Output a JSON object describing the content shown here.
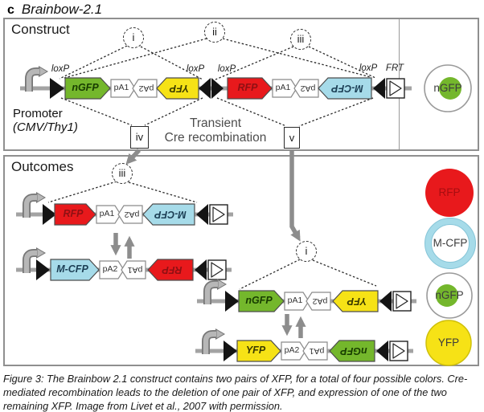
{
  "title": {
    "prefix": "c",
    "name": "Brainbow-2.1"
  },
  "construct_panel": {
    "label": "Construct",
    "promoter": {
      "line1": "Promoter",
      "line2": "(CMV/Thy1)"
    },
    "cre": {
      "line1": "Transient",
      "line2": "Cre recombination"
    },
    "events": {
      "i": "i",
      "ii": "ii",
      "iii": "iii",
      "iv": "iv",
      "v": "v"
    },
    "sites": {
      "loxp": "loxP",
      "frt": "FRT"
    },
    "genes": {
      "ngfp": "nGFP",
      "yfp": "YFP",
      "rfp": "RFP",
      "mcfp": "M-CFP"
    },
    "pa": {
      "pa1": "pA1",
      "pa2": "pA2"
    },
    "cell_label": "nGFP"
  },
  "outcomes_panel": {
    "label": "Outcomes",
    "legend": [
      {
        "name": "RFP",
        "fill": "#e8191c"
      },
      {
        "name": "M-CFP",
        "fill": "#a6dbe9"
      },
      {
        "name": "nGFP",
        "fill": "#74b72c"
      },
      {
        "name": "YFP",
        "fill": "#f6e216"
      }
    ]
  },
  "colors": {
    "green": "#74b72c",
    "yellow": "#f6e216",
    "red": "#e8191c",
    "cyan": "#a6dbe9",
    "gray_arrow": "#8d8d8d",
    "backbone": "#a3a3a3"
  },
  "caption": "Figure 3: The Brainbow 2.1 construct contains two pairs of XFP, for a total of four possible colors. Cre-mediated recombination leads to the deletion of one pair of XFP, and expression of one of the two remaining XFP. Image from Livet et al., 2007 with permission."
}
